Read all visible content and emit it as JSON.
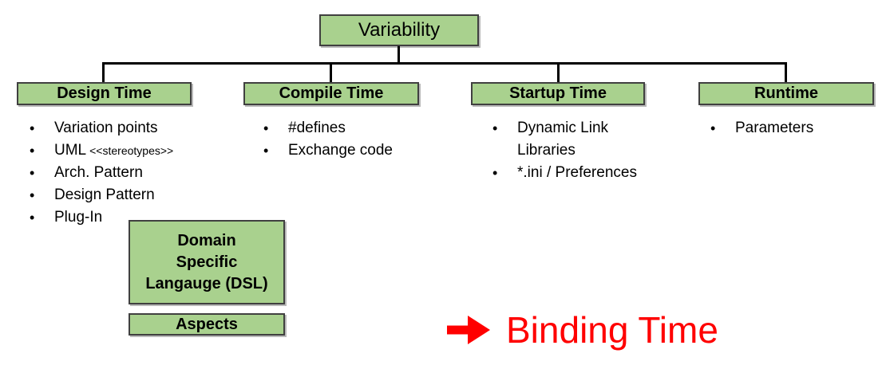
{
  "root": {
    "label": "Variability"
  },
  "columns": [
    {
      "label": "Design Time",
      "items": [
        "Variation points",
        {
          "text": "UML",
          "suffix": "<<stereotypes>>"
        },
        "Arch. Pattern",
        "Design Pattern",
        "Plug-In"
      ]
    },
    {
      "label": "Compile Time",
      "items": [
        "#defines",
        "Exchange code"
      ]
    },
    {
      "label": "Startup Time",
      "items": [
        "Dynamic Link Libraries",
        "*.ini / Preferences"
      ]
    },
    {
      "label": "Runtime",
      "items": [
        "Parameters"
      ]
    }
  ],
  "dsl_box": {
    "lines": [
      "Domain",
      "Specific",
      "Langauge (DSL)"
    ]
  },
  "aspects_box": {
    "label": "Aspects"
  },
  "binding": {
    "label": "Binding Time",
    "arrow_icon": "red-right-arrow"
  },
  "bullet_glyph": "•",
  "colors": {
    "box_fill": "#A9D18E",
    "box_border": "#404040",
    "line": "#000000",
    "accent_red": "#FF0000",
    "text": "#000000",
    "background": "#FFFFFF"
  }
}
